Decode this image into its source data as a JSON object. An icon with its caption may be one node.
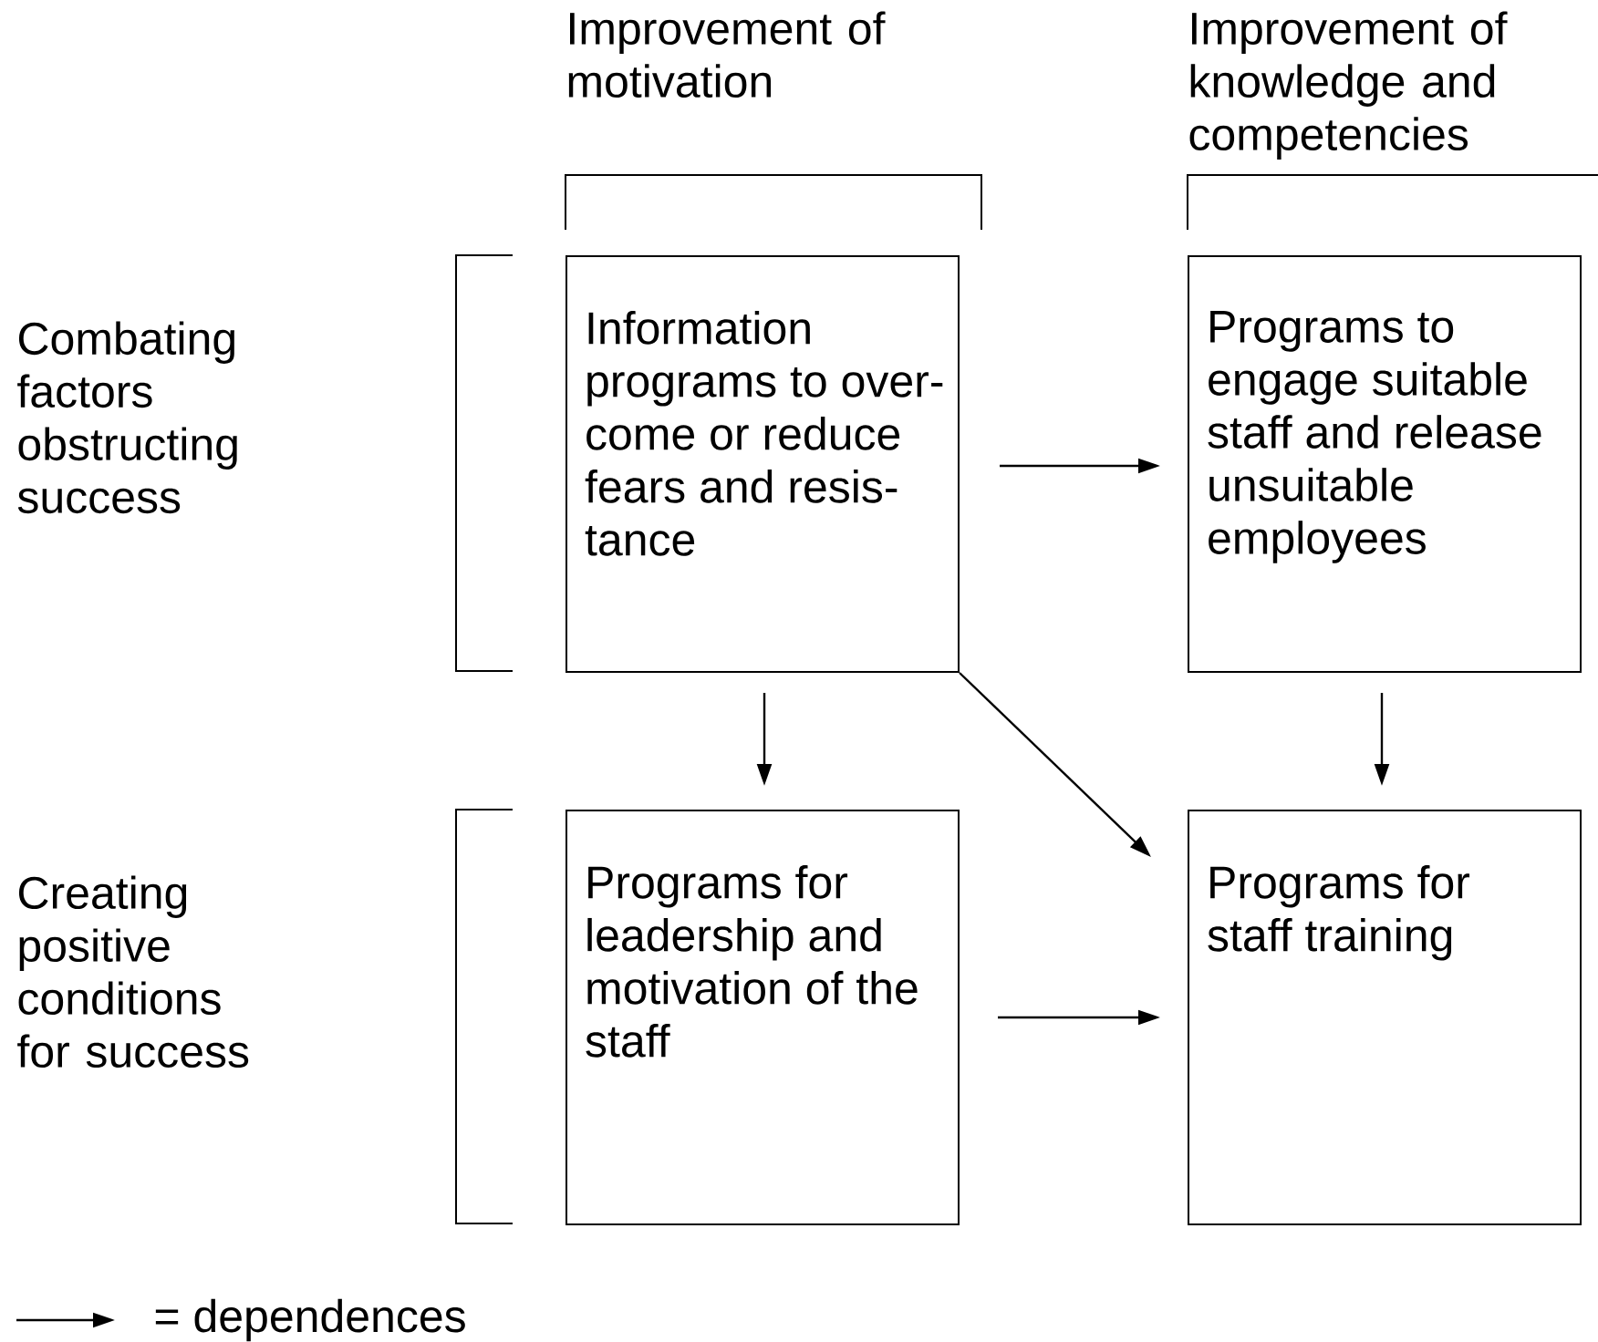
{
  "diagram": {
    "nodes": [
      {
        "text": [
          "Information programs to over- come or reduce fears and resis- tance"
        ]
      },
      {
        "text": [
          "Programs to engage suitable staff and release unsuitable employees"
        ]
      },
      {
        "text": [
          "Programs for leadership and motivation of the staff"
        ]
      },
      {
        "text": [
          "Programs for staff training"
        ]
      }
    ],
    "edges": [
      {
        "from": 0,
        "to": 1,
        "arrow": "to"
      },
      {
        "from": 0,
        "to": 2,
        "arrow": "to"
      },
      {
        "from": 1,
        "to": 3,
        "arrow": "to"
      },
      {
        "from": 0,
        "to": 3,
        "arrow": "to"
      },
      {
        "from": 2,
        "to": 3,
        "arrow": "to"
      }
    ],
    "labels": [
      "Improvement of motivation",
      "Improvement of knowledge and competencies",
      "Combating factors obstructing success",
      "Creating positive conditions for success"
    ],
    "legend": [
      {
        "text": "= dependences"
      }
    ]
  }
}
